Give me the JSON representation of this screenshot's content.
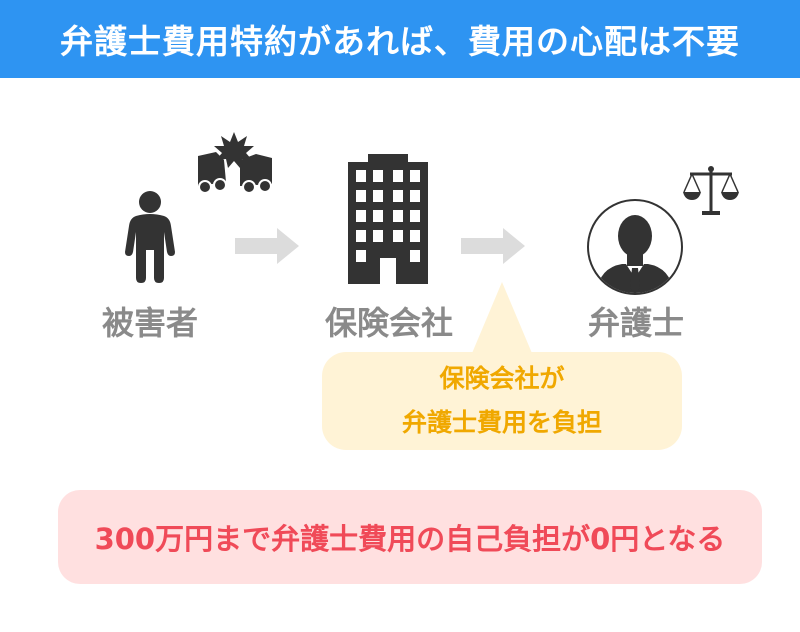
{
  "header": {
    "title": "弁護士費用特約があれば、費用の心配は不要"
  },
  "flow": {
    "victim_label": "被害者",
    "insurer_label": "保険会社",
    "lawyer_label": "弁護士"
  },
  "callout": {
    "line1": "保険会社が",
    "line2": "弁護士費用を負担"
  },
  "banner": {
    "text": "300万円まで弁護士費用の自己負担が0円となる"
  },
  "colors": {
    "header": "#2e94f2",
    "label": "#8a8a8a",
    "callout_bg": "#fff3d6",
    "callout_text": "#f0a800",
    "banner_bg": "#ffe0e0",
    "banner_text": "#f04a58",
    "icon": "#333333",
    "arrow": "#dcdcdc"
  },
  "icons": [
    "car-crash-icon",
    "person-icon",
    "building-icon",
    "lawyer-avatar-icon",
    "scales-icon",
    "arrow-right-icon"
  ]
}
